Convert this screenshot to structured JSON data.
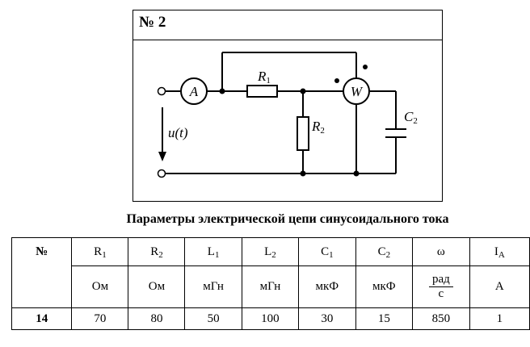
{
  "problem": {
    "number_label": "№ 2",
    "circuit_labels": {
      "ammeter": "A",
      "wattmeter": "W",
      "R1": "R",
      "R1_sub": "1",
      "R2": "R",
      "R2_sub": "2",
      "C2": "C",
      "C2_sub": "2",
      "source": "u(t)"
    }
  },
  "params_title": "Параметры электрической цепи синусоидального тока",
  "table": {
    "corner": "№",
    "headers": [
      {
        "sym": "R",
        "sub": "1"
      },
      {
        "sym": "R",
        "sub": "2"
      },
      {
        "sym": "L",
        "sub": "1"
      },
      {
        "sym": "L",
        "sub": "2"
      },
      {
        "sym": "C",
        "sub": "1"
      },
      {
        "sym": "C",
        "sub": "2"
      },
      {
        "sym": "ω",
        "sub": ""
      },
      {
        "sym": "I",
        "sub": "A"
      }
    ],
    "units": [
      "Ом",
      "Ом",
      "мГн",
      "мГн",
      "мкФ",
      "мкФ",
      "",
      "А"
    ],
    "omega_unit": {
      "num": "рад",
      "den": "с"
    },
    "row": {
      "no": "14",
      "values": [
        "70",
        "80",
        "50",
        "100",
        "30",
        "15",
        "850",
        "1"
      ]
    }
  }
}
